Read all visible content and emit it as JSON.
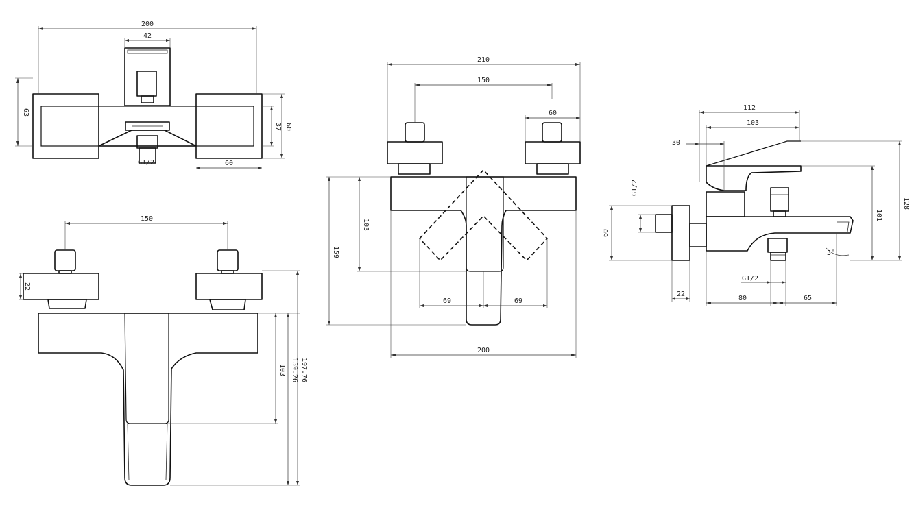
{
  "drawing": {
    "top_view": {
      "width_overall": "200",
      "center_width": "42",
      "height_63": "63",
      "height_37": "37",
      "height_60": "60",
      "body_60": "60",
      "thread": "G1/2"
    },
    "front_view_left": {
      "spacing": "150",
      "handle_22": "22",
      "drop_103": "103",
      "drop_159_26": "159.26",
      "drop_197_76": "197.76"
    },
    "front_view_center": {
      "width_210": "210",
      "spacing_150": "150",
      "handle_60": "60",
      "height_103": "103",
      "height_159": "159",
      "swing_69_left": "69",
      "swing_69_right": "69",
      "width_200": "200"
    },
    "side_view": {
      "depth_112": "112",
      "depth_103": "103",
      "offset_30": "30",
      "height_128": "128",
      "height_101": "101",
      "thread_top": "G1/2",
      "inlet_60": "60",
      "wall_22": "22",
      "thread_bottom": "G1/2",
      "spout_80": "80",
      "spout_65": "65",
      "angle": "5°"
    }
  }
}
